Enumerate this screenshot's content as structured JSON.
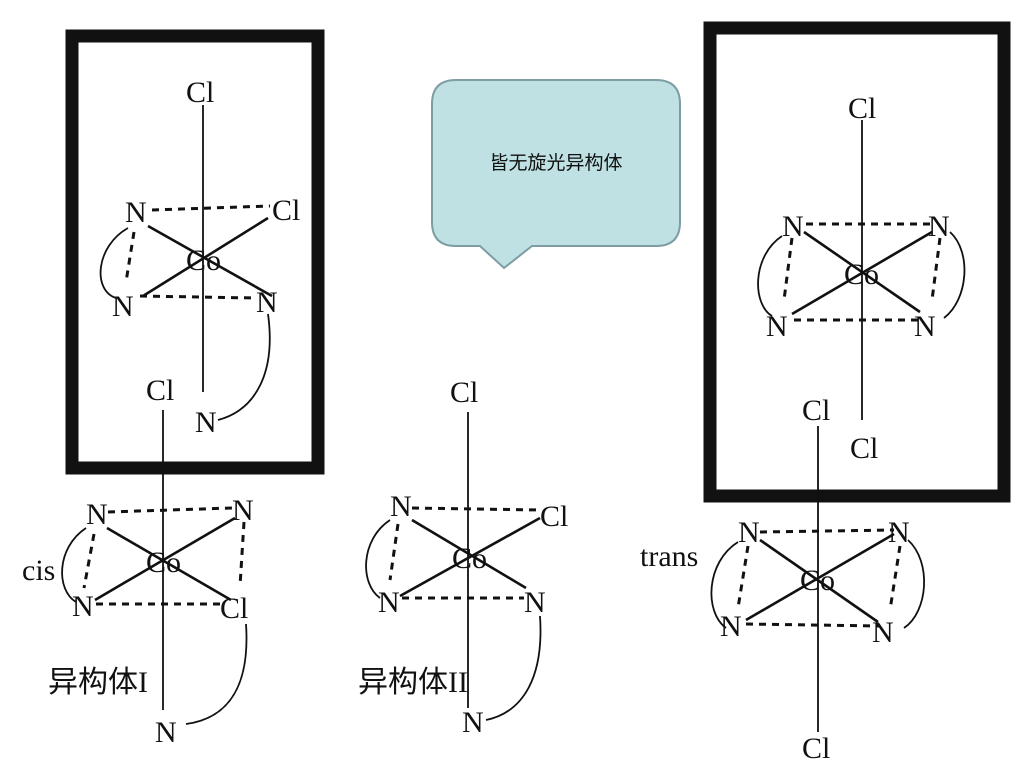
{
  "callout": {
    "text": "皆无旋光异构体"
  },
  "atoms": {
    "cl": "Cl",
    "n": "N",
    "co": "Co"
  },
  "labels": {
    "cis": "cis",
    "trans": "trans",
    "isomer1": "异构体I",
    "isomer2": "异构体II"
  },
  "colors": {
    "callout_fill": "#bfe1e3",
    "callout_stroke": "#7e9ca3",
    "frame": "#111111"
  }
}
